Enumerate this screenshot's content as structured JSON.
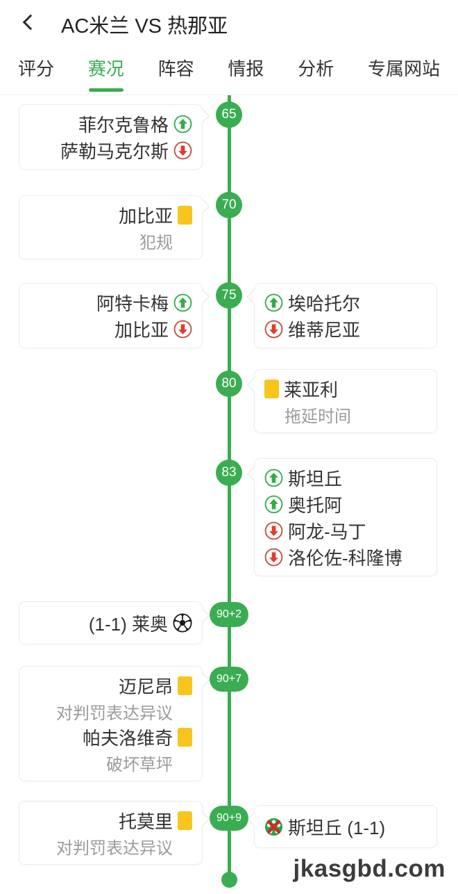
{
  "header": {
    "title": "AC米兰 VS 热那亚"
  },
  "tabs": [
    {
      "label": "评分"
    },
    {
      "label": "赛况",
      "active": true
    },
    {
      "label": "阵容"
    },
    {
      "label": "情报"
    },
    {
      "label": "分析"
    },
    {
      "label": "专属网站"
    }
  ],
  "colors": {
    "accent_green": "#3aad52",
    "sub_in_green": "#2fae47",
    "sub_out_red": "#e73a2c",
    "yellow_card": "#f7c51d",
    "note_gray": "#9b9b9b"
  },
  "watermark": "jkasgbd.com",
  "timeline": {
    "events": [
      {
        "minute": "65",
        "left": {
          "entries": [
            {
              "name": "菲尔克鲁格",
              "icon": "sub-in"
            },
            {
              "name": "萨勒马克尔斯",
              "icon": "sub-out"
            }
          ]
        }
      },
      {
        "minute": "70",
        "left": {
          "entries": [
            {
              "name": "加比亚",
              "icon": "yellow-card",
              "note": "犯规"
            }
          ]
        }
      },
      {
        "minute": "75",
        "left": {
          "entries": [
            {
              "name": "阿特卡梅",
              "icon": "sub-in"
            },
            {
              "name": "加比亚",
              "icon": "sub-out"
            }
          ]
        },
        "right": {
          "entries": [
            {
              "name": "埃哈托尔",
              "icon": "sub-in"
            },
            {
              "name": "维蒂尼亚",
              "icon": "sub-out"
            }
          ]
        }
      },
      {
        "minute": "80",
        "right": {
          "entries": [
            {
              "name": "莱亚利",
              "icon": "yellow-card",
              "note": "拖延时间"
            }
          ]
        }
      },
      {
        "minute": "83",
        "right": {
          "entries": [
            {
              "name": "斯坦丘",
              "icon": "sub-in"
            },
            {
              "name": "奥托阿",
              "icon": "sub-in"
            },
            {
              "name": "阿龙-马丁",
              "icon": "sub-out"
            },
            {
              "name": "洛伦佐-科隆博",
              "icon": "sub-out"
            }
          ]
        }
      },
      {
        "minute": "90+2",
        "left": {
          "entries": [
            {
              "name": "(1-1) 莱奥",
              "icon": "goal"
            }
          ]
        }
      },
      {
        "minute": "90+7",
        "left": {
          "entries": [
            {
              "name": "迈尼昂",
              "icon": "yellow-card",
              "note": "对判罚表达异议"
            },
            {
              "name": "帕夫洛维奇",
              "icon": "yellow-card",
              "note": "破坏草坪"
            }
          ]
        }
      },
      {
        "minute": "90+9",
        "left": {
          "entries": [
            {
              "name": "托莫里",
              "icon": "yellow-card",
              "note": "对判罚表达异议"
            }
          ]
        },
        "right": {
          "entries": [
            {
              "name": "斯坦丘 (1-1)",
              "icon": "missed-goal"
            }
          ]
        }
      }
    ]
  }
}
